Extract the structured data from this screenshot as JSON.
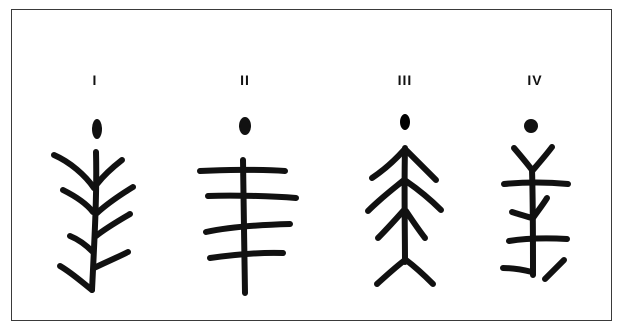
{
  "figure": {
    "panels": [
      {
        "label": "I",
        "icon": "branching-figure-I"
      },
      {
        "label": "II",
        "icon": "branching-figure-II"
      },
      {
        "label": "III",
        "icon": "branching-figure-III"
      },
      {
        "label": "IV",
        "icon": "branching-figure-IV"
      }
    ],
    "ink_color": "#111111",
    "frame_color": "#3a3a3a"
  }
}
